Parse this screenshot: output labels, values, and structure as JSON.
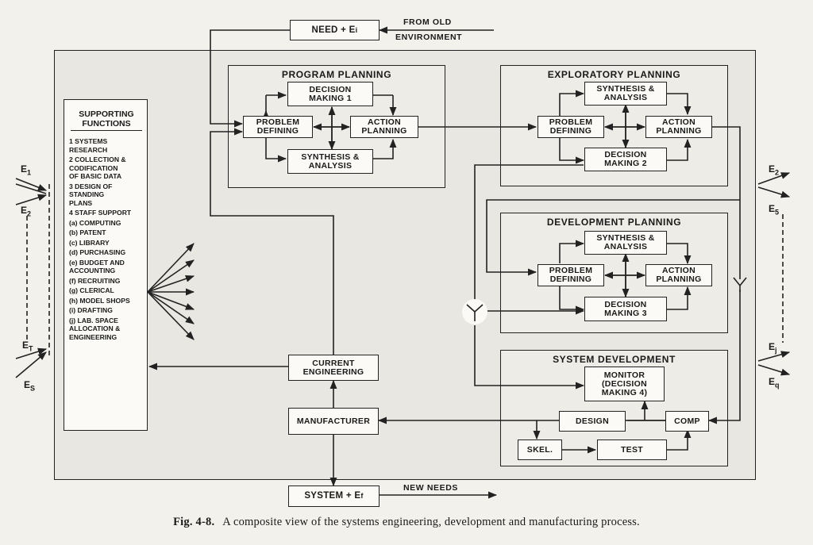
{
  "top_box": {
    "label": "NEED + E",
    "sub": "i"
  },
  "from_old": {
    "line1": "FROM OLD",
    "line2": "ENVIRONMENT"
  },
  "supporting": {
    "title": "SUPPORTING FUNCTIONS",
    "items": [
      "1  SYSTEMS\n    RESEARCH",
      "2  COLLECTION &\n    CODIFICATION\n    OF BASIC DATA",
      "3  DESIGN OF\n    STANDING\n    PLANS",
      "4  STAFF SUPPORT",
      "(a) COMPUTING",
      "(b) PATENT",
      "(c) LIBRARY",
      "(d) PURCHASING",
      "(e) BUDGET AND\n      ACCOUNTING",
      "(f) RECRUITING",
      "(g) CLERICAL",
      "(h) MODEL SHOPS",
      "(i) DRAFTING",
      "(j) LAB. SPACE\n      ALLOCATION &\n      ENGINEERING"
    ]
  },
  "program_planning": {
    "title": "PROGRAM PLANNING",
    "decision": "DECISION MAKING 1",
    "problem": "PROBLEM DEFINING",
    "action": "ACTION PLANNING",
    "synthesis": "SYNTHESIS & ANALYSIS"
  },
  "exploratory_planning": {
    "title": "EXPLORATORY PLANNING",
    "synthesis": "SYNTHESIS & ANALYSIS",
    "problem": "PROBLEM DEFINING",
    "action": "ACTION PLANNING",
    "decision": "DECISION MAKING 2"
  },
  "development_planning": {
    "title": "DEVELOPMENT PLANNING",
    "synthesis": "SYNTHESIS & ANALYSIS",
    "problem": "PROBLEM DEFINING",
    "action": "ACTION PLANNING",
    "decision": "DECISION MAKING 3"
  },
  "system_development": {
    "title": "SYSTEM DEVELOPMENT",
    "monitor": "MONITOR (DECISION MAKING 4)",
    "design": "DESIGN",
    "comp": "COMP",
    "skel": "SKEL.",
    "test": "TEST"
  },
  "current_engineering": "CURRENT ENGINEERING",
  "manufacturer": "MANUFACTURER",
  "bottom_box": {
    "label": "SYSTEM + E",
    "sub": "f"
  },
  "new_needs": "NEW NEEDS",
  "env_terms": {
    "left": [
      {
        "t": "E",
        "s": "1"
      },
      {
        "t": "E",
        "s": "2"
      },
      {
        "t": "E",
        "s": "T"
      },
      {
        "t": "E",
        "s": "S"
      }
    ],
    "right": [
      {
        "t": "E",
        "s": "2"
      },
      {
        "t": "E",
        "s": "5"
      },
      {
        "t": "E",
        "s": "j"
      },
      {
        "t": "E",
        "s": "q"
      }
    ]
  },
  "caption": {
    "fig": "Fig. 4-8.",
    "text": "A composite view of the systems engineering, development and manufacturing process."
  }
}
